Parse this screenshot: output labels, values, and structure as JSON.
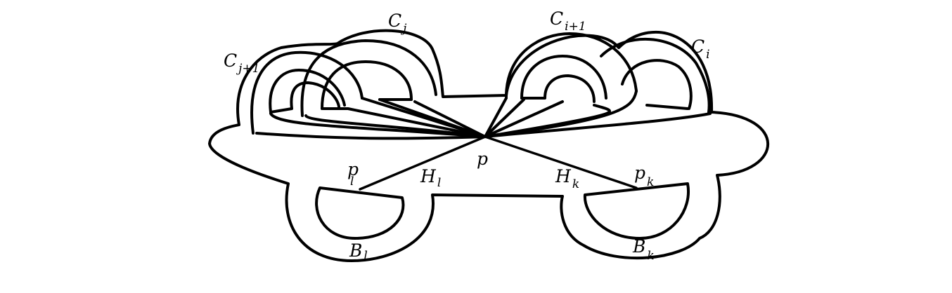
{
  "labels": {
    "Cj": {
      "main": "C",
      "sub": "j"
    },
    "Cj1": {
      "main": "C",
      "sub": "j+1"
    },
    "Ci1": {
      "main": "C",
      "sub": "i+1"
    },
    "Ci": {
      "main": "C",
      "sub": "i"
    },
    "p": {
      "main": "p"
    },
    "pl": {
      "main": "p",
      "sub": "l"
    },
    "pk": {
      "main": "p",
      "sub": "k"
    },
    "Hl": {
      "main": "H",
      "sub": "l"
    },
    "Hk": {
      "main": "H",
      "sub": "k"
    },
    "Bl": {
      "main": "B",
      "sub": "l"
    },
    "Bk": {
      "main": "B",
      "sub": "k"
    }
  }
}
